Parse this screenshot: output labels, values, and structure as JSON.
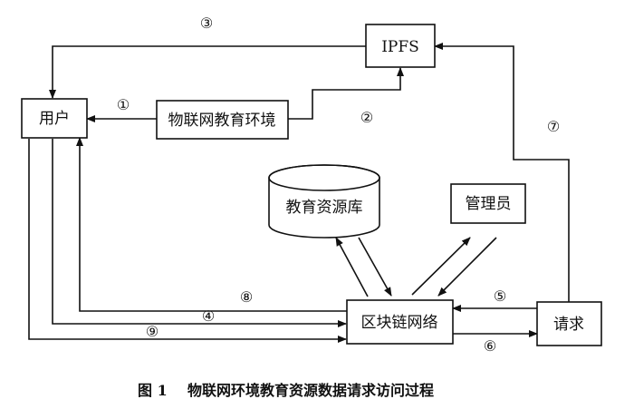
{
  "nodes": {
    "user": "用户",
    "ipfs": "IPFS",
    "iot_env": "物联网教育环境",
    "edu_db": "教育资源库",
    "admin": "管理员",
    "blockchain": "区块链网络",
    "request": "请求"
  },
  "steps": {
    "s1": "①",
    "s2": "②",
    "s3": "③",
    "s4": "④",
    "s5": "⑤",
    "s6": "⑥",
    "s7": "⑦",
    "s8": "⑧",
    "s9": "⑨"
  },
  "caption": {
    "number": "图 1",
    "title": "物联网环境教育资源数据请求访问过程"
  }
}
